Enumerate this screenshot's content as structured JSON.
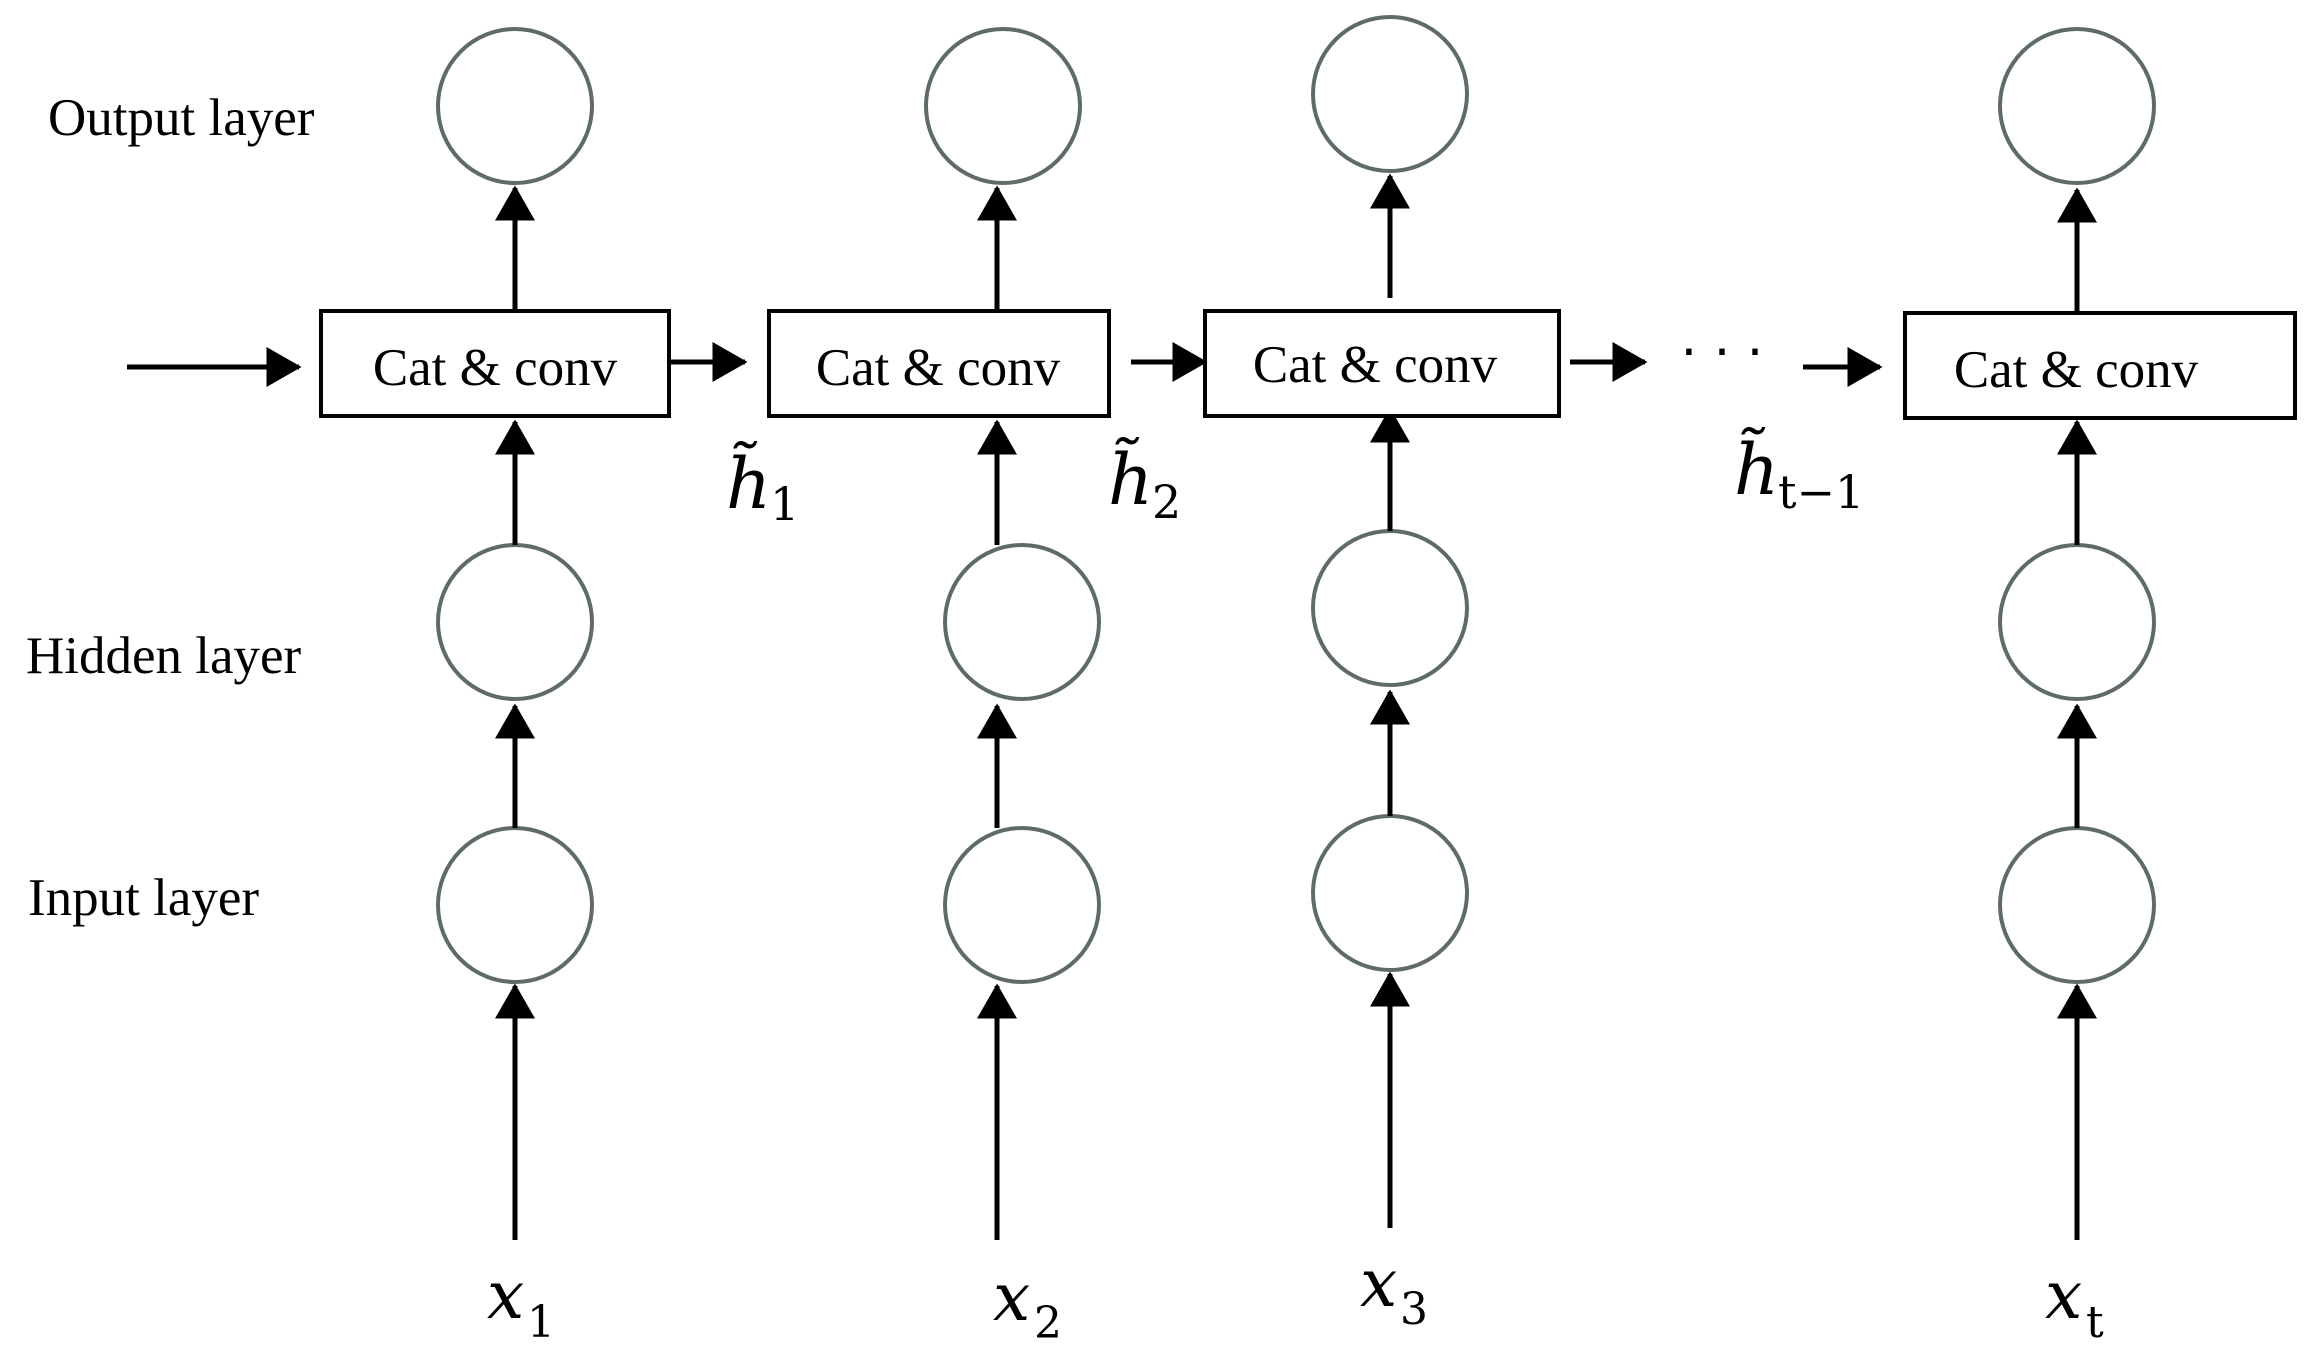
{
  "layers": {
    "output": "Output layer",
    "hidden": "Hidden layer",
    "input": "Input layer"
  },
  "cells": [
    {
      "label": "Cat & conv"
    },
    {
      "label": "Cat & conv"
    },
    {
      "label": "Cat & conv"
    },
    {
      "label": "Cat & conv"
    }
  ],
  "inputs": [
    {
      "base": "x",
      "sub": "1"
    },
    {
      "base": "x",
      "sub": "2"
    },
    {
      "base": "x",
      "sub": "3"
    },
    {
      "base": "x",
      "sub": "t"
    }
  ],
  "hidden_states": [
    {
      "base": "h̃",
      "sub": "1"
    },
    {
      "base": "h̃",
      "sub": "2"
    },
    {
      "base": "h̃",
      "sub": "t−1"
    }
  ],
  "ellipsis": "· · ·",
  "colors": {
    "node_stroke": "#5f6b6b",
    "line": "#000000"
  }
}
